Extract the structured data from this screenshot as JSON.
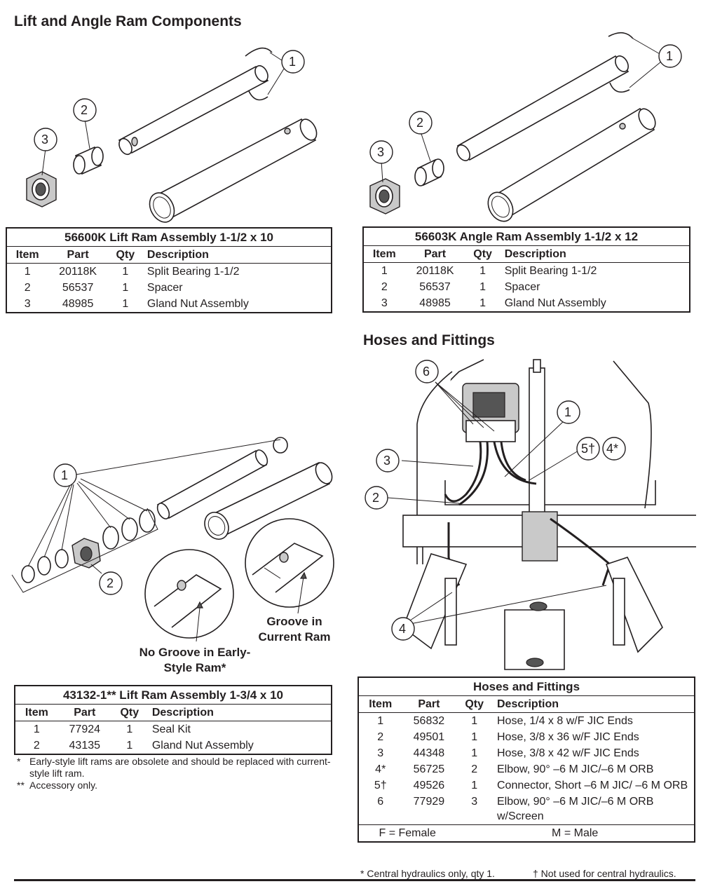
{
  "sections": {
    "lift_angle_title": "Lift and Angle Ram Components",
    "hoses_title": "Hoses and Fittings"
  },
  "callouts": {
    "one": "1",
    "two": "2",
    "three": "3",
    "four": "4",
    "four_star": "4*",
    "five_dagger": "5†",
    "six": "6"
  },
  "groove_labels": {
    "no_groove": "No Groove in Early-Style Ram*",
    "groove": "Groove in Current Ram"
  },
  "headers": {
    "item": "Item",
    "part": "Part",
    "qty": "Qty",
    "description": "Description"
  },
  "table_56600K": {
    "title": "56600K  Lift Ram Assembly 1-1/2 x 10",
    "rows": [
      {
        "item": "1",
        "part": "20118K",
        "qty": "1",
        "desc": "Split Bearing 1-1/2"
      },
      {
        "item": "2",
        "part": "56537",
        "qty": "1",
        "desc": "Spacer"
      },
      {
        "item": "3",
        "part": "48985",
        "qty": "1",
        "desc": "Gland Nut Assembly"
      }
    ]
  },
  "table_56603K": {
    "title": "56603K  Angle Ram Assembly 1-1/2 x 12",
    "rows": [
      {
        "item": "1",
        "part": "20118K",
        "qty": "1",
        "desc": "Split Bearing 1-1/2"
      },
      {
        "item": "2",
        "part": "56537",
        "qty": "1",
        "desc": "Spacer"
      },
      {
        "item": "3",
        "part": "48985",
        "qty": "1",
        "desc": "Gland Nut Assembly"
      }
    ]
  },
  "table_43132": {
    "title": "43132-1**  Lift Ram Assembly 1-3/4 x 10",
    "rows": [
      {
        "item": "1",
        "part": "77924",
        "qty": "1",
        "desc": "Seal Kit"
      },
      {
        "item": "2",
        "part": "43135",
        "qty": "1",
        "desc": "Gland Nut Assembly"
      }
    ],
    "notes": [
      {
        "mark": "*",
        "text": "Early-style lift rams are obsolete and should be replaced with current-style lift ram."
      },
      {
        "mark": "**",
        "text": "Accessory only."
      }
    ]
  },
  "table_hoses": {
    "title": "Hoses and Fittings",
    "rows": [
      {
        "item": "1",
        "part": "56832",
        "qty": "1",
        "desc": "Hose, 1/4 x 8 w/F JIC Ends"
      },
      {
        "item": "2",
        "part": "49501",
        "qty": "1",
        "desc": "Hose, 3/8 x 36 w/F JIC Ends"
      },
      {
        "item": "3",
        "part": "44348",
        "qty": "1",
        "desc": "Hose, 3/8 x 42 w/F JIC Ends"
      },
      {
        "item": "4*",
        "part": "56725",
        "qty": "2",
        "desc": "Elbow, 90° –6 M JIC/–6 M ORB"
      },
      {
        "item": "5†",
        "part": "49526",
        "qty": "1",
        "desc": "Connector, Short –6 M JIC/ –6 M ORB"
      },
      {
        "item": "6",
        "part": "77929",
        "qty": "3",
        "desc": "Elbow, 90° –6 M JIC/–6 M ORB w/Screen"
      }
    ],
    "legend_female": "F = Female",
    "legend_male": "M = Male",
    "footnote_star": "* Central hydraulics only, qty 1.",
    "footnote_dagger": "† Not used for central hydraulics."
  }
}
